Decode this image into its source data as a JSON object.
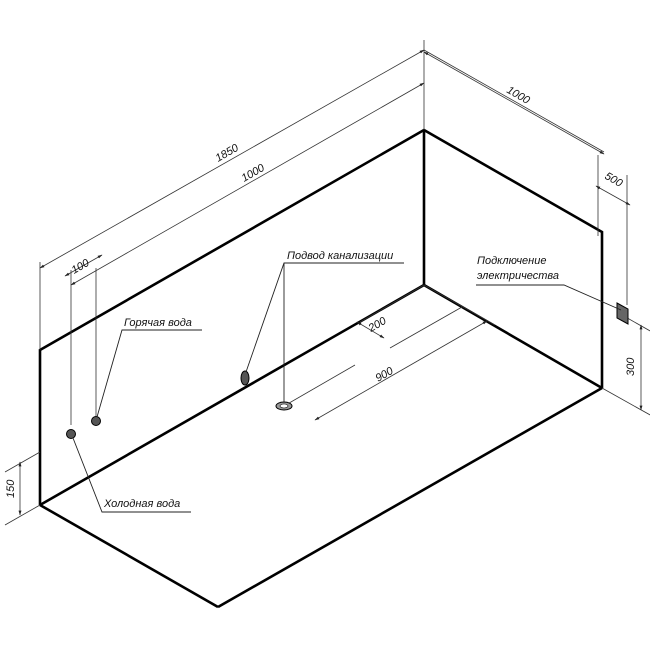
{
  "labels": {
    "hot_water": "Горячая вода",
    "cold_water": "Холодная вода",
    "sewer": "Подвод канализации",
    "electric_line1": "Подключение",
    "electric_line2": "электричества"
  },
  "dimensions": {
    "length_total": "1850",
    "length_inner": "1000",
    "width": "1000",
    "offset_100": "100",
    "offset_500": "500",
    "offset_200": "200",
    "offset_900": "900",
    "height_150": "150",
    "height_300": "300"
  }
}
